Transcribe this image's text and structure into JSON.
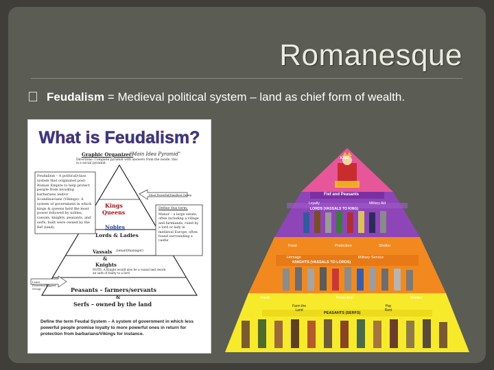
{
  "slide": {
    "title": "Romanesque",
    "bullet_term": "Feudalism",
    "bullet_rest": " = Medieval political system – land as chief form of wealth."
  },
  "worksheet": {
    "heading": "What is Feudalism?",
    "organizer_label": "Graphic Organizer:",
    "organizer_sub": "\"Main Idea Pyramid\"",
    "directions": "Directions: Complete pyramid with answers from the inside, this is a social pyramid.",
    "feudalism_def": "Feudalism – A political/class system that originated post-Roman Empire to help protect people from invading barbarians and/or Scandinavians (Vikings). A system of government in which kings & queens held the most power followed by nobles, vassals, knights, peasants, and serfs, built were owned by the fief (land).",
    "most_powerful": "Most Powerful/Smallest Group",
    "define_term": "Define this term:",
    "manor_def": "Manor – a large estate, often including a village and farmlands, ruled by a lord or lady in medieval Europe; often found surrounding a castle",
    "kings": "Kings",
    "queens": "Queens",
    "nobles": "Nobles",
    "lords_ladies": "Lords & Ladies",
    "vassals": "Vassals",
    "amp1": "&",
    "knights": "Knights",
    "note": "NOTE: A Knight would also be a vassal and sworn an oath of fealty to a lord",
    "vassal_side": "(tenant/manager)",
    "least_powerful": "Least Powerful/Biggest Group",
    "peasants": "Peasants – farmers/servants",
    "amp2": "&",
    "serfs": "Serfs – owned by the land",
    "define_prompt": "Define the term Feudal System – A system of government in which less powerful people promise loyalty to more powerful ones in return for protection from barbarians/Vikings for instance."
  },
  "pyramid": {
    "king": "KING",
    "fief": "Fief and Peasants",
    "loyalty": "Loyalty",
    "military_aid": "Military Aid",
    "lords": "LORDS (VASSALS TO KING)",
    "food1": "Food",
    "protection1": "Protection",
    "shelter1": "Shelter",
    "homage": "Homage",
    "military_service": "Military Service",
    "knights": "KNIGHTS (VASSALS TO LORDS)",
    "food2": "Food",
    "protection2": "Protection",
    "shelter2": "Shelter",
    "farm_land": "Farm the Land",
    "pay_rent": "Pay Rent",
    "peasants": "PEASANTS (SERFS)"
  },
  "colors": {
    "background": "#3f3e39",
    "panel": "#5b5d55",
    "title": "#e9ecdf",
    "king_band": "#e8569a",
    "lords_band": "#8e45b8",
    "knights_band": "#f2891e",
    "peasants_band": "#f6ea2a"
  }
}
